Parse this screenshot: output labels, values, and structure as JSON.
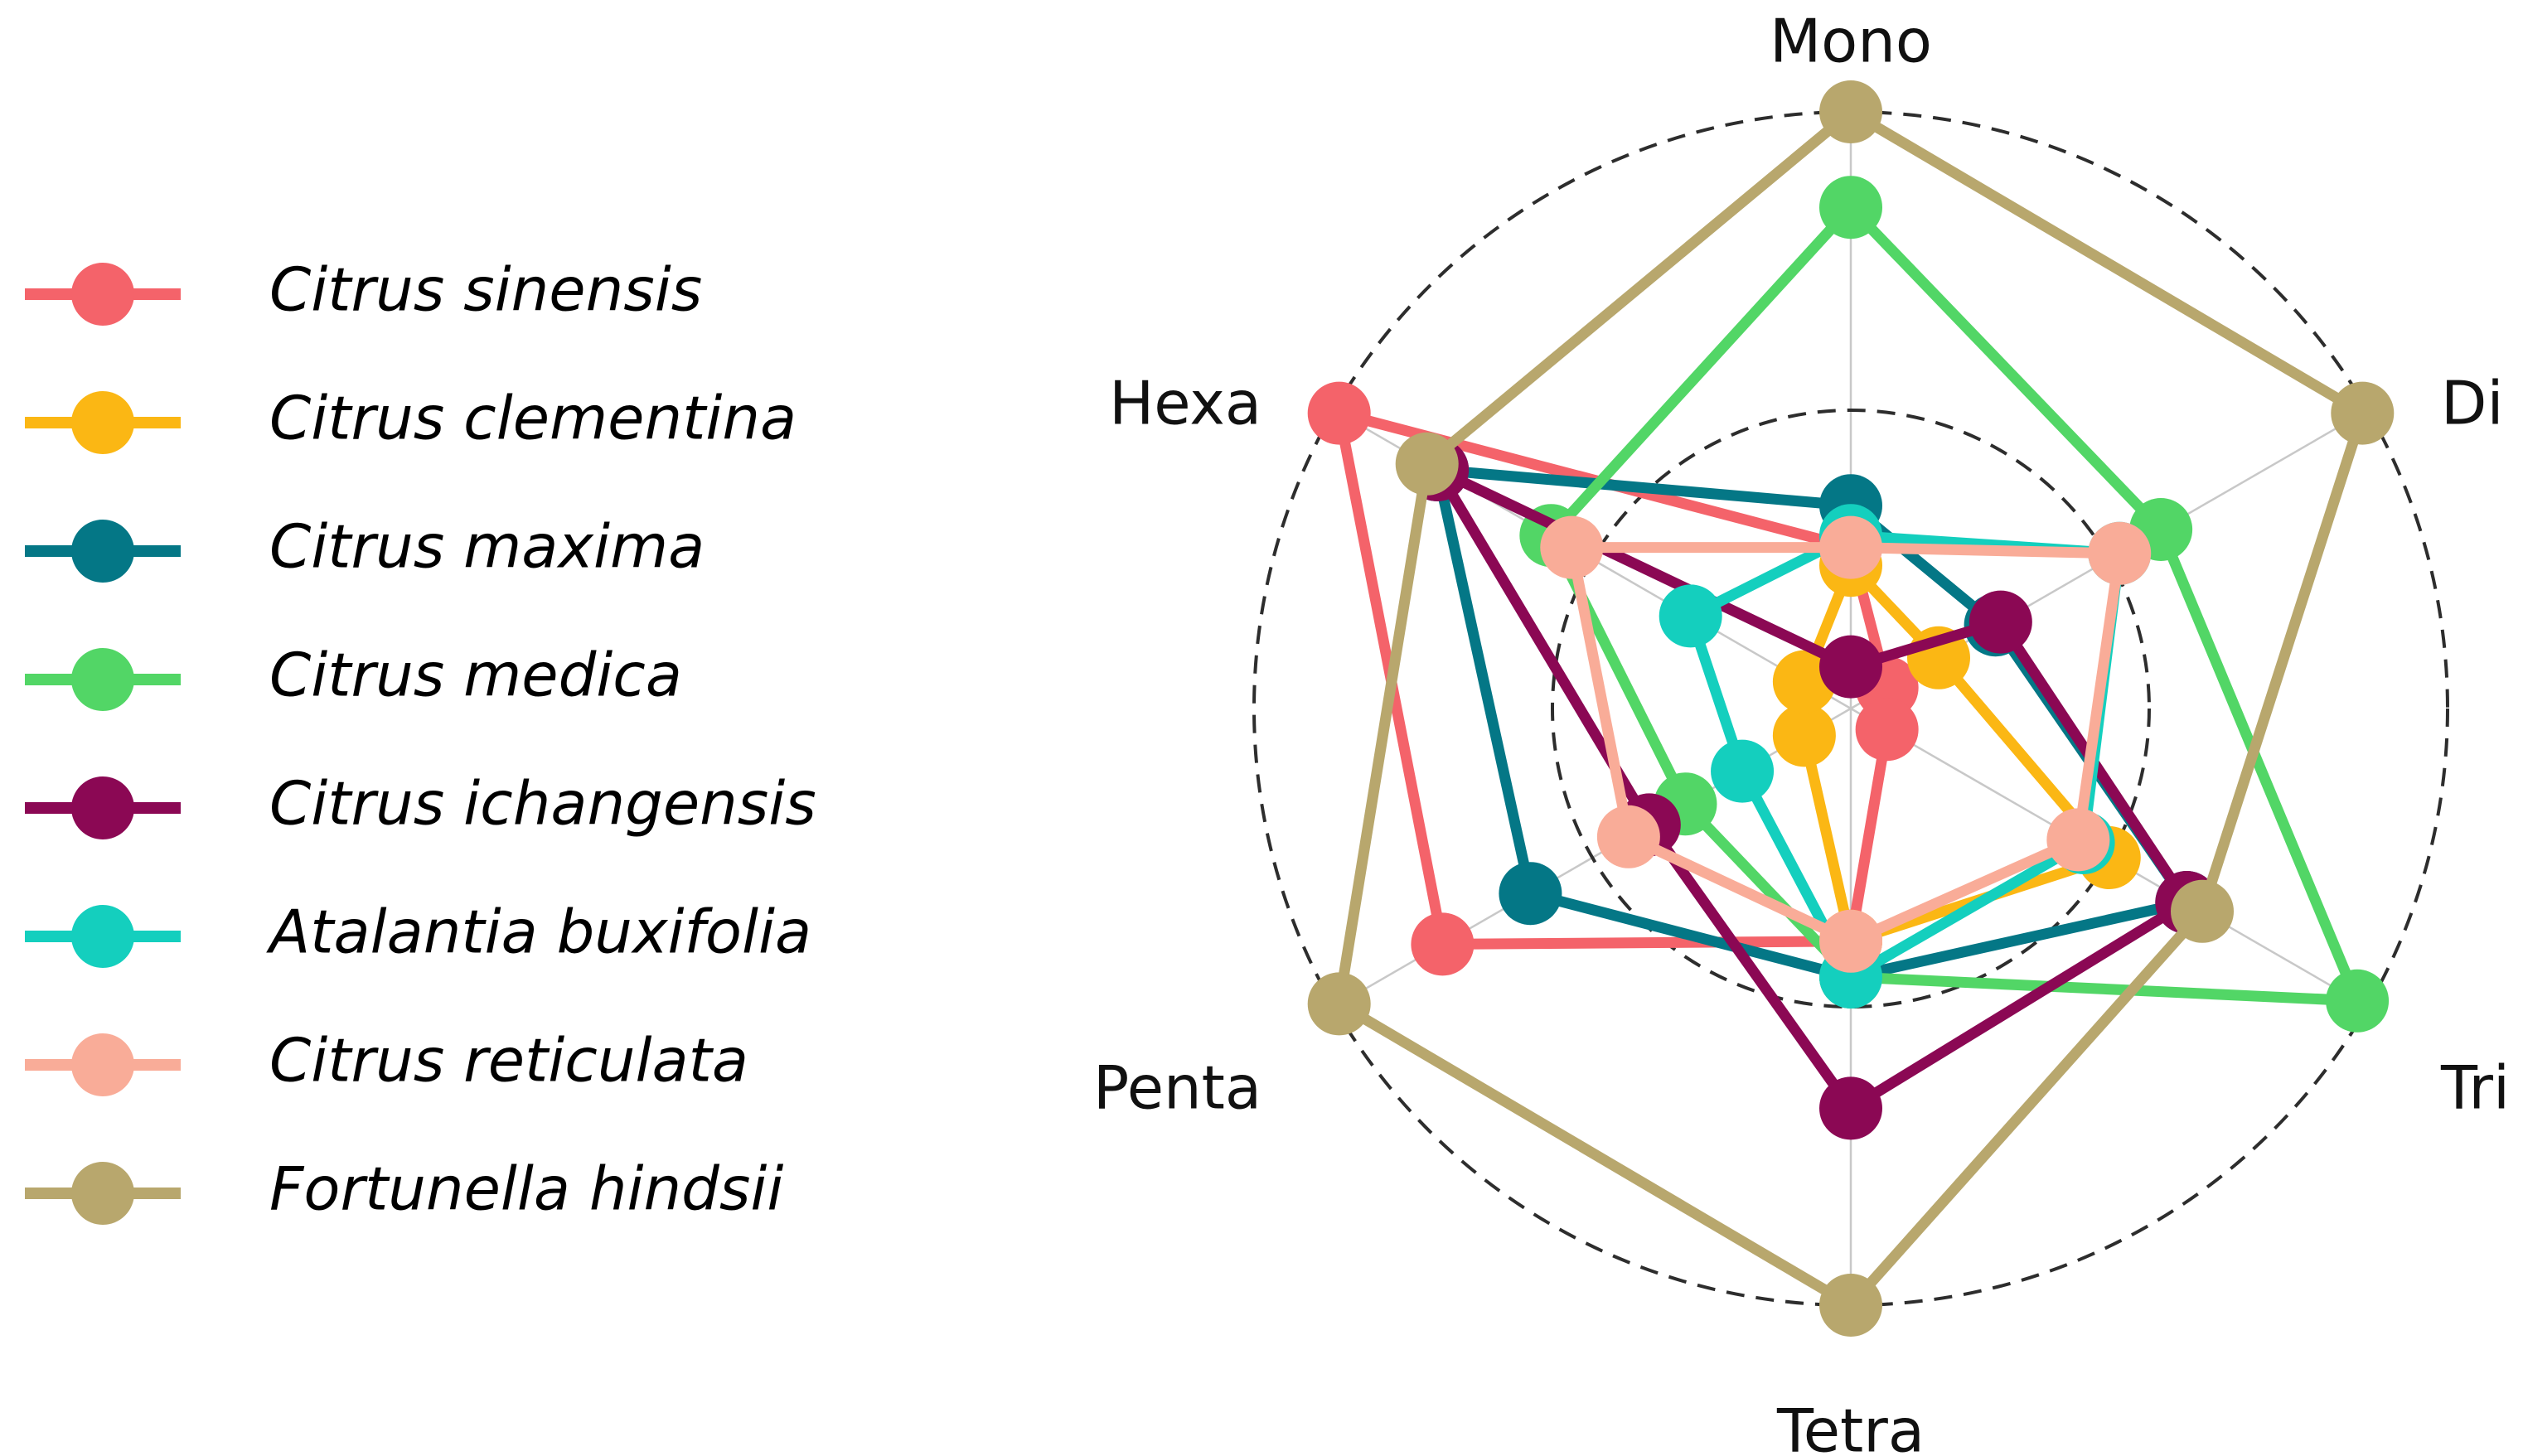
{
  "chart_data": {
    "type": "radar",
    "axes": [
      "Mono",
      "Di",
      "Tri",
      "Tetra",
      "Penta",
      "Hexa"
    ],
    "rmax": 1.0,
    "reference_rings": [
      0.5,
      1.0
    ],
    "grid": "spokes with dashed reference circles",
    "legend_position": "left",
    "series": [
      {
        "name": "Citrus sinensis",
        "color": "#f4636a",
        "values": [
          0.27,
          0.07,
          0.07,
          0.39,
          0.79,
          0.99
        ]
      },
      {
        "name": "Citrus clementina",
        "color": "#fbb714",
        "values": [
          0.24,
          0.17,
          0.5,
          0.39,
          0.09,
          0.09
        ]
      },
      {
        "name": "Citrus maxima",
        "color": "#047786",
        "values": [
          0.34,
          0.28,
          0.65,
          0.45,
          0.62,
          0.8
        ]
      },
      {
        "name": "Citrus medica",
        "color": "#52d666",
        "values": [
          0.84,
          0.6,
          0.98,
          0.45,
          0.32,
          0.58
        ]
      },
      {
        "name": "Citrus ichangensis",
        "color": "#8b0854",
        "values": [
          0.07,
          0.29,
          0.65,
          0.67,
          0.39,
          0.8
        ]
      },
      {
        "name": "Atalantia buxifolia",
        "color": "#14cfbe",
        "values": [
          0.29,
          0.52,
          0.45,
          0.45,
          0.21,
          0.31
        ]
      },
      {
        "name": "Citrus reticulata",
        "color": "#f9ac98",
        "values": [
          0.27,
          0.52,
          0.44,
          0.39,
          0.43,
          0.54
        ]
      },
      {
        "name": "Fortunella hindsii",
        "color": "#b8a76d",
        "values": [
          1.0,
          0.99,
          0.68,
          1.0,
          0.99,
          0.82
        ]
      }
    ]
  }
}
